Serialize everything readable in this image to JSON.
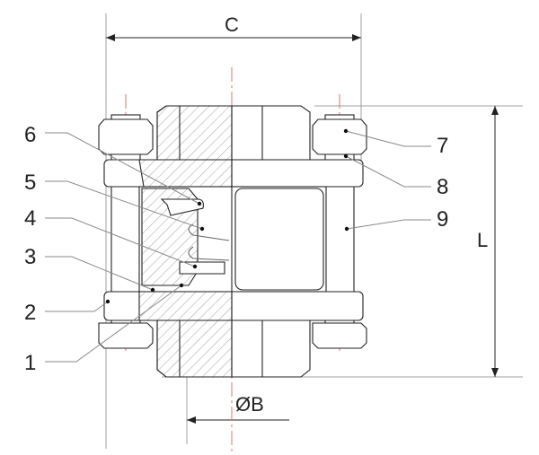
{
  "drawing": {
    "dimensions": {
      "width_label": "C",
      "length_label": "L",
      "bore_label": "ØB"
    },
    "callouts_left": [
      "6",
      "5",
      "4",
      "3",
      "2",
      "1"
    ],
    "callouts_right": [
      "7",
      "8",
      "9"
    ],
    "colors": {
      "outline": "#222222",
      "leader": "#8a8a8a",
      "centerline": "#e07070",
      "extension": "#9a9a9a"
    }
  }
}
